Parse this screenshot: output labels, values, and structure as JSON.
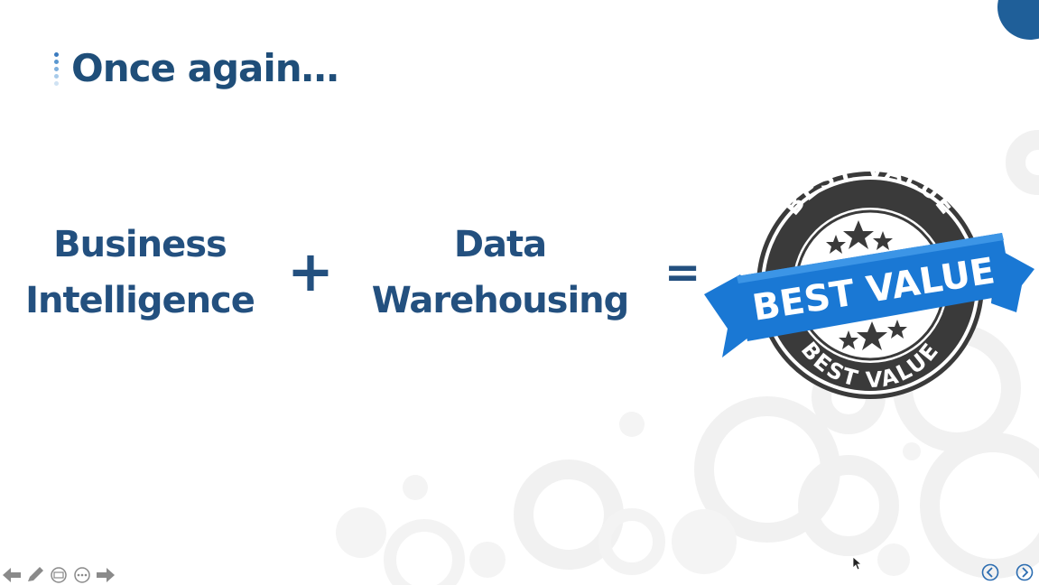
{
  "slide": {
    "title": "Once again…",
    "left_term": {
      "line1": "Business",
      "line2": "Intelligence"
    },
    "plus_sign": "+",
    "right_term": {
      "line1": "Data",
      "line2": "Warehousing"
    },
    "equals_sign": "=",
    "stamp": {
      "top_arc_text": "BEST VALUE",
      "ribbon_text": "BEST VALUE",
      "bottom_arc_text": "BEST VALUE"
    }
  },
  "toolbar": {
    "icons": [
      "previous-arrow-icon",
      "pen-icon",
      "slides-icon",
      "more-icon",
      "next-arrow-icon"
    ]
  },
  "navigation": {
    "icons": [
      "previous-slide-icon",
      "next-slide-icon"
    ]
  },
  "colors": {
    "title_blue": "#1f4e79",
    "term_blue": "#23507f",
    "ribbon_blue": "#1a78d4",
    "ribbon_dark_blue": "#0f5aa6",
    "stamp_gray": "#3a3a3a",
    "accent_circle": "#1f5f99"
  }
}
